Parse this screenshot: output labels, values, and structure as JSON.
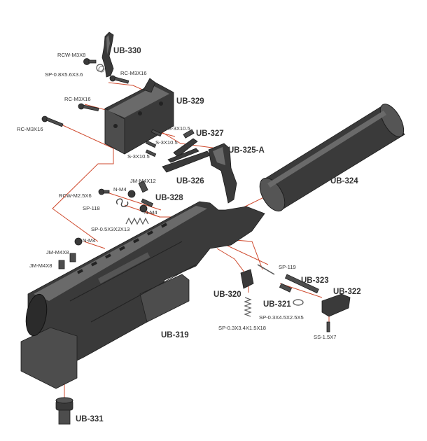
{
  "labels": {
    "ub330": "UB-330",
    "ub329": "UB-329",
    "ub327": "UB-327",
    "ub325a": "UB-325-A",
    "ub326": "UB-326",
    "ub324": "UB-324",
    "ub328": "UB-328",
    "ub323": "UB-323",
    "ub322": "UB-322",
    "ub321": "UB-321",
    "ub320": "UB-320",
    "ub319": "UB-319",
    "ub331": "UB-331",
    "rcw_m3x8": "RCW-M3X8",
    "sp_08x56x36": "SP-0.8X5.6X3.6",
    "rc_m3x16_a": "RC-M3X16",
    "rc_m3x16_b": "RC-M3X16",
    "rc_m3x16_c": "RC-M3X16",
    "s_3x105_a": "S-3X10.5",
    "s_3x105_b": "S-3X10.5",
    "s_3x105_c": "S-3X10.5",
    "jm_m4x12": "JM-M4X12",
    "n_m4_a": "N-M4",
    "rcw_m25x6": "RCW-M2.5X6",
    "sp_118": "SP-118",
    "n_m4_b": "N-M4",
    "sp_05x3x2x13": "SP-0.5X3X2X13",
    "n_m4_c": "N-M4",
    "jm_m4x8_a": "JM-M4X8",
    "jm_m4x8_b": "JM-M4X8",
    "sp_119": "SP-119",
    "sp_03x45x25x5": "SP-0.3X4.5X2.5X5",
    "ss_15x7": "SS-1.5X7",
    "sp_03x34x15x18": "SP-0.3X3.4X1.5X18"
  },
  "colors": {
    "leader": "#cf4a2e",
    "part": "#3a3a3a",
    "text": "#333333"
  }
}
